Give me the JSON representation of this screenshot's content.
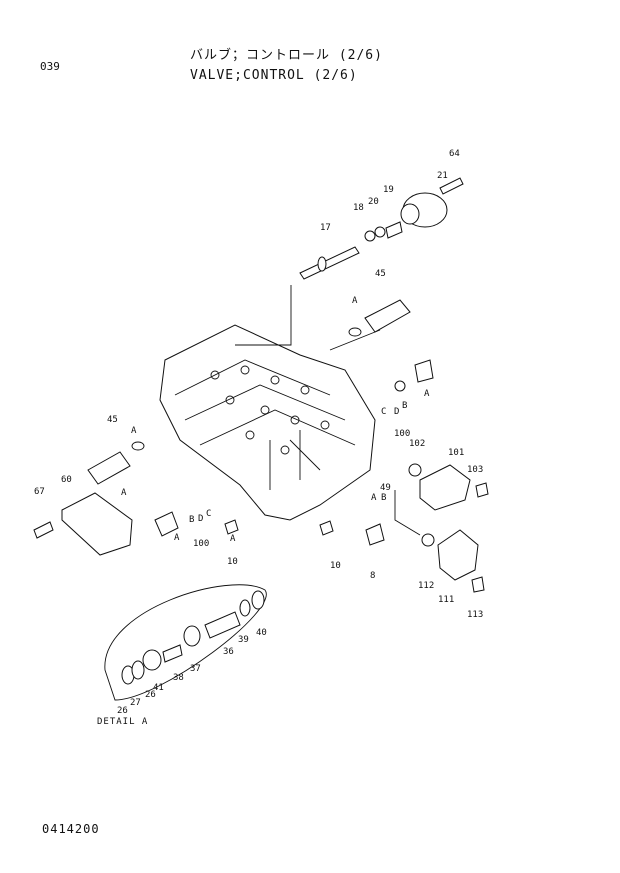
{
  "header": {
    "page_number": "039",
    "title_jp": "バルブ；コントロール (2/6)",
    "title_en": "VALVE;CONTROL (2/6)"
  },
  "footer": {
    "doc_code": "0414200"
  },
  "detail": {
    "label": "DETAIL A"
  },
  "callouts": [
    "64",
    "21",
    "19",
    "20",
    "18",
    "17",
    "45",
    "A",
    "A",
    "C",
    "D",
    "B",
    "100",
    "45",
    "A",
    "102",
    "101",
    "103",
    "67",
    "60",
    "A",
    "A",
    "B",
    "D",
    "C",
    "100",
    "49",
    "A",
    "B",
    "10",
    "A",
    "10",
    "8",
    "112",
    "111",
    "113",
    "40",
    "39",
    "36",
    "37",
    "38",
    "41",
    "26",
    "27",
    "26"
  ]
}
